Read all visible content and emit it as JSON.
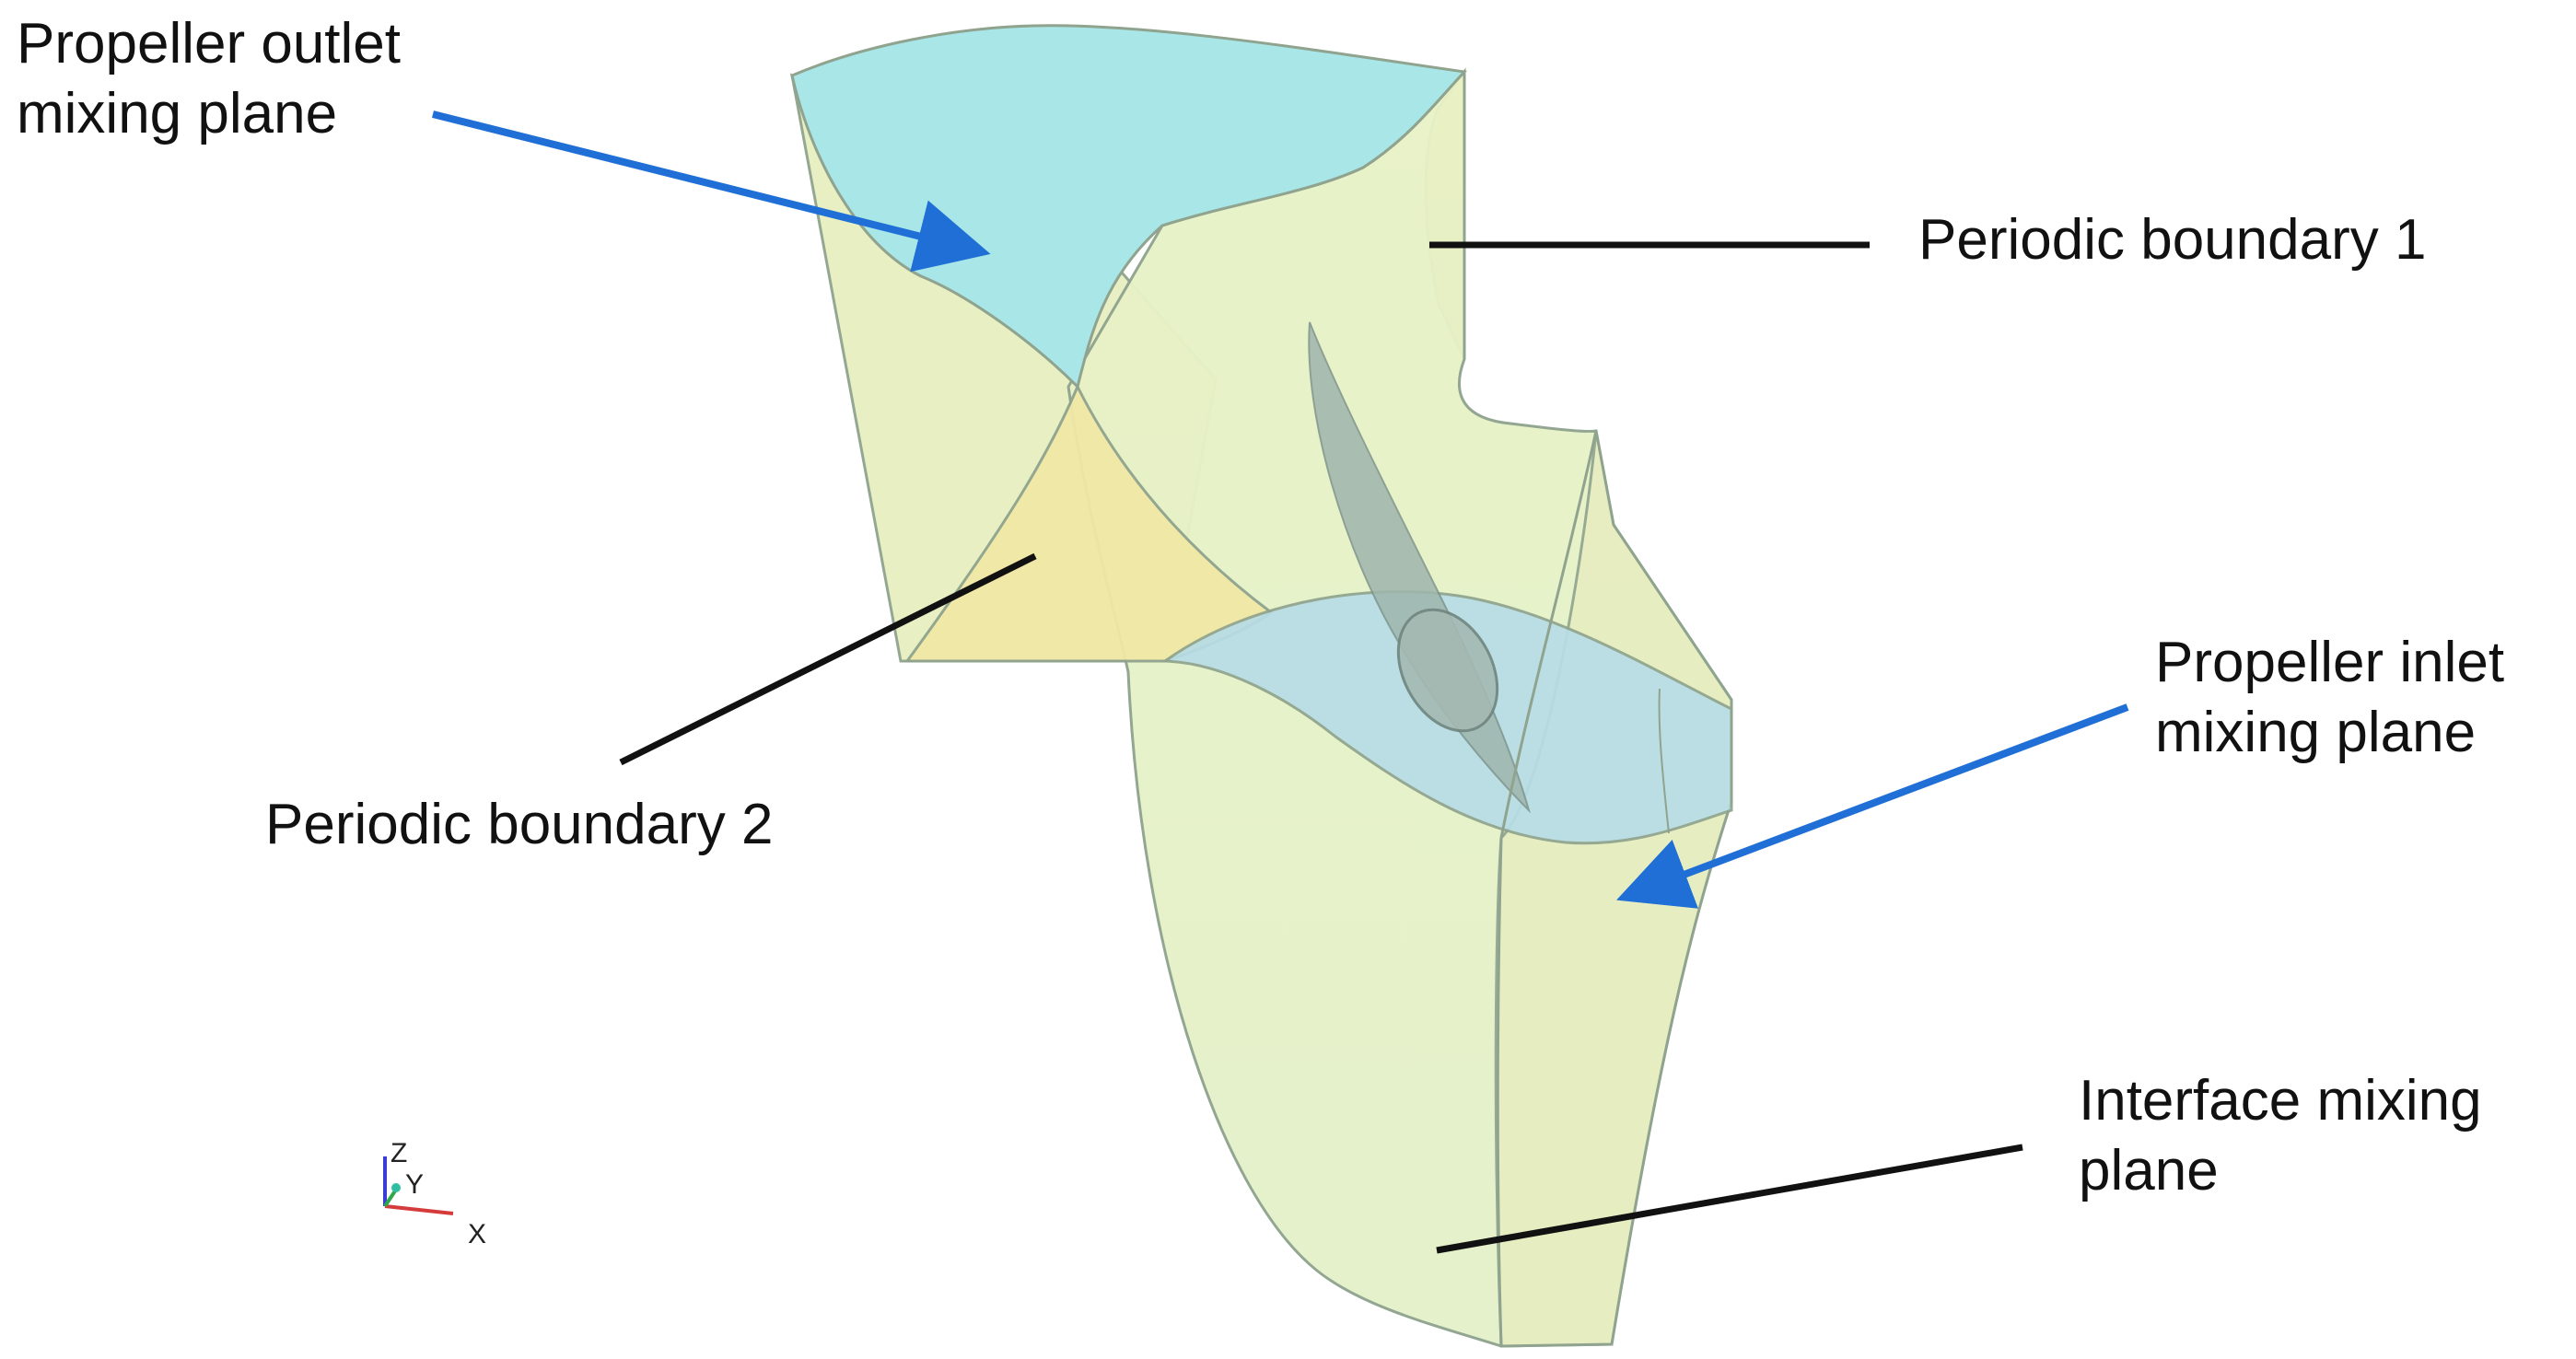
{
  "labels": {
    "outlet": [
      "Propeller outlet",
      "mixing plane"
    ],
    "periodic1": [
      "Periodic boundary 1"
    ],
    "inlet": [
      "Propeller inlet",
      "mixing plane"
    ],
    "periodic2": [
      "Periodic boundary 2"
    ],
    "interface": [
      "Interface mixing",
      "plane"
    ]
  },
  "axes": {
    "z": "Z",
    "y": "Y",
    "x": "X"
  },
  "colors": {
    "outlet_face": "#a8e6e8",
    "inlet_face": "#b5dde6",
    "body": "#e6f0c4",
    "periodic2_face": "#f0e9a8",
    "periodic1_face": "#e6d6a8",
    "blade": "#9fb4ad",
    "arrow_blue": "#1f6fd6",
    "leader_black": "#111111"
  }
}
